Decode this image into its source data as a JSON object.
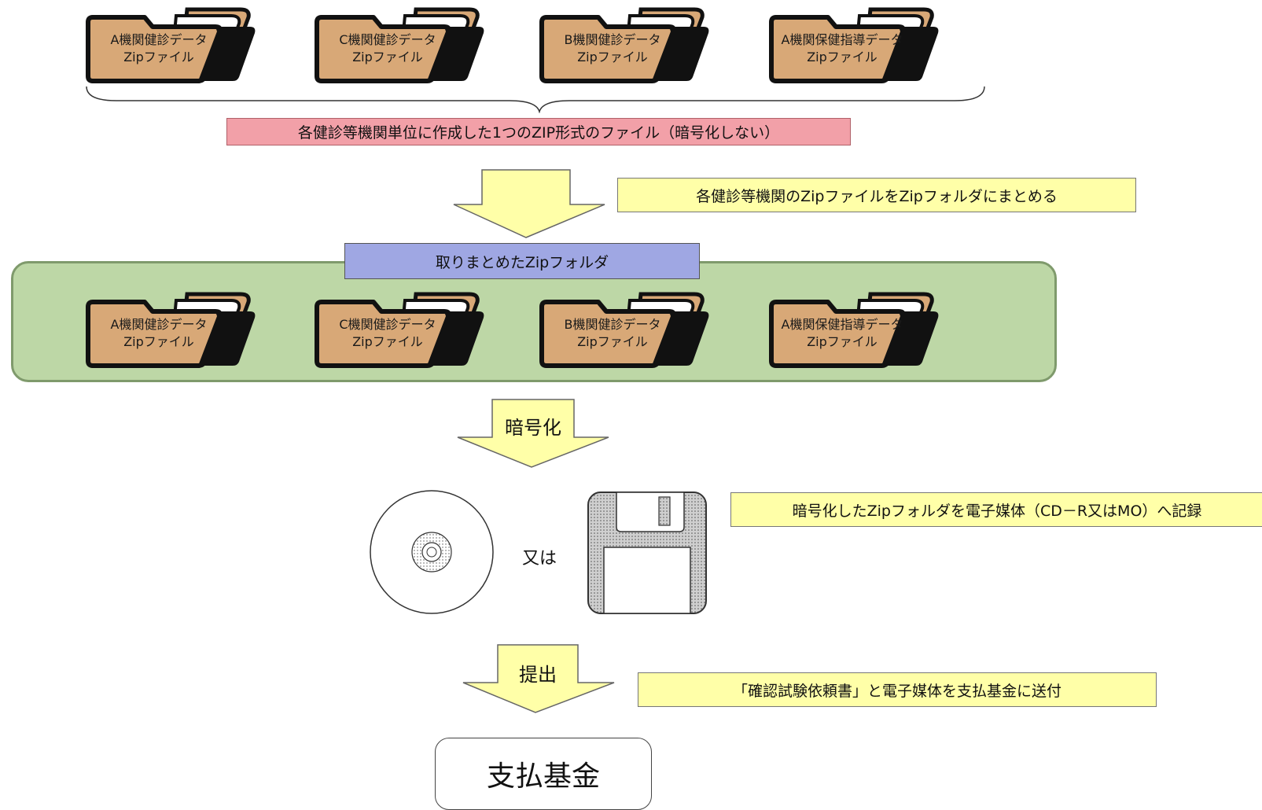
{
  "top_folders": [
    {
      "line1": "A機関健診データ",
      "line2": "Zipファイル"
    },
    {
      "line1": "C機関健診データ",
      "line2": "Zipファイル"
    },
    {
      "line1": "B機関健診データ",
      "line2": "Zipファイル"
    },
    {
      "line1": "A機関保健指導データ",
      "line2": "Zipファイル"
    }
  ],
  "zip_files_label": "各健診等機関単位に作成した1つのZIP形式のファイル（暗号化しない）",
  "step1_note": "各健診等機関のZipファイルをZipフォルダにまとめる",
  "group_title": "取りまとめたZipフォルダ",
  "group_folders": [
    {
      "line1": "A機関健診データ",
      "line2": "Zipファイル"
    },
    {
      "line1": "C機関健診データ",
      "line2": "Zipファイル"
    },
    {
      "line1": "B機関健診データ",
      "line2": "Zipファイル"
    },
    {
      "line1": "A機関保健指導データ",
      "line2": "Zipファイル"
    }
  ],
  "encrypt_label": "暗号化",
  "media_or_label": "又は",
  "record_note": "暗号化したZipフォルダを電子媒体（CD－R又はMO）へ記録",
  "submit_label": "提出",
  "send_note": "「確認試験依頼書」と電子媒体を支払基金に送付",
  "destination": "支払基金",
  "colors": {
    "folder_fill": "#d8a877",
    "folder_border": "#111111",
    "pink_box": "#f2a0a8",
    "yellow_box": "#ffffa8",
    "blue_box": "#9fa7e3",
    "group_bg": "#bdd7a6"
  }
}
